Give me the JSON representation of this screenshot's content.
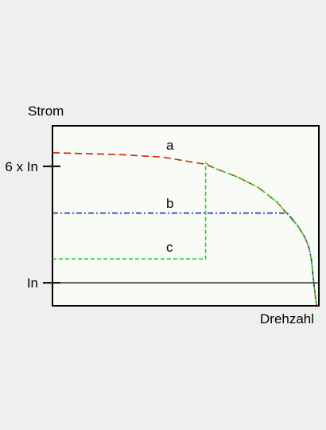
{
  "chart_data": {
    "type": "line",
    "title": "",
    "xlabel": "Drehzahl",
    "ylabel": "Strom",
    "xlim": [
      0,
      1
    ],
    "ylim": [
      0,
      1
    ],
    "yticks": [
      {
        "label": "6 x In",
        "value": 0.774
      },
      {
        "label": "In",
        "value": 0.124
      }
    ],
    "grid": false,
    "legend": "none",
    "series": [
      {
        "name": "a",
        "color": "#cc2200",
        "dash": "9,5",
        "x": [
          0.0,
          0.25,
          0.42,
          0.58,
          0.62,
          0.7,
          0.78,
          0.85,
          0.9,
          0.93,
          0.955,
          0.97,
          0.98,
          0.985,
          0.99,
          0.995,
          1.0
        ],
        "y": [
          0.85,
          0.84,
          0.825,
          0.785,
          0.76,
          0.715,
          0.655,
          0.575,
          0.49,
          0.44,
          0.38,
          0.33,
          0.26,
          0.2,
          0.12,
          0.06,
          0.0
        ]
      },
      {
        "name": "b",
        "color": "#1f2fa0",
        "dash": "7,3,2,3",
        "x": [
          0.0,
          0.89,
          0.93,
          0.955,
          0.97,
          0.98,
          0.985,
          0.99,
          0.995,
          1.0
        ],
        "y": [
          0.513,
          0.513,
          0.44,
          0.38,
          0.33,
          0.26,
          0.2,
          0.12,
          0.06,
          0.0
        ]
      },
      {
        "name": "c",
        "color": "#2ecc2e",
        "dash": "5,3",
        "x": [
          0.0,
          0.58,
          0.58,
          0.62,
          0.7,
          0.78,
          0.85,
          0.9,
          0.93,
          0.955,
          0.97,
          0.98,
          0.985,
          0.99,
          0.995,
          1.0
        ],
        "y": [
          0.257,
          0.257,
          0.792,
          0.76,
          0.715,
          0.655,
          0.575,
          0.49,
          0.44,
          0.38,
          0.33,
          0.26,
          0.2,
          0.12,
          0.06,
          0.0
        ]
      }
    ],
    "reference_line": {
      "label": "In",
      "value": 0.124,
      "color": "#000000"
    }
  }
}
